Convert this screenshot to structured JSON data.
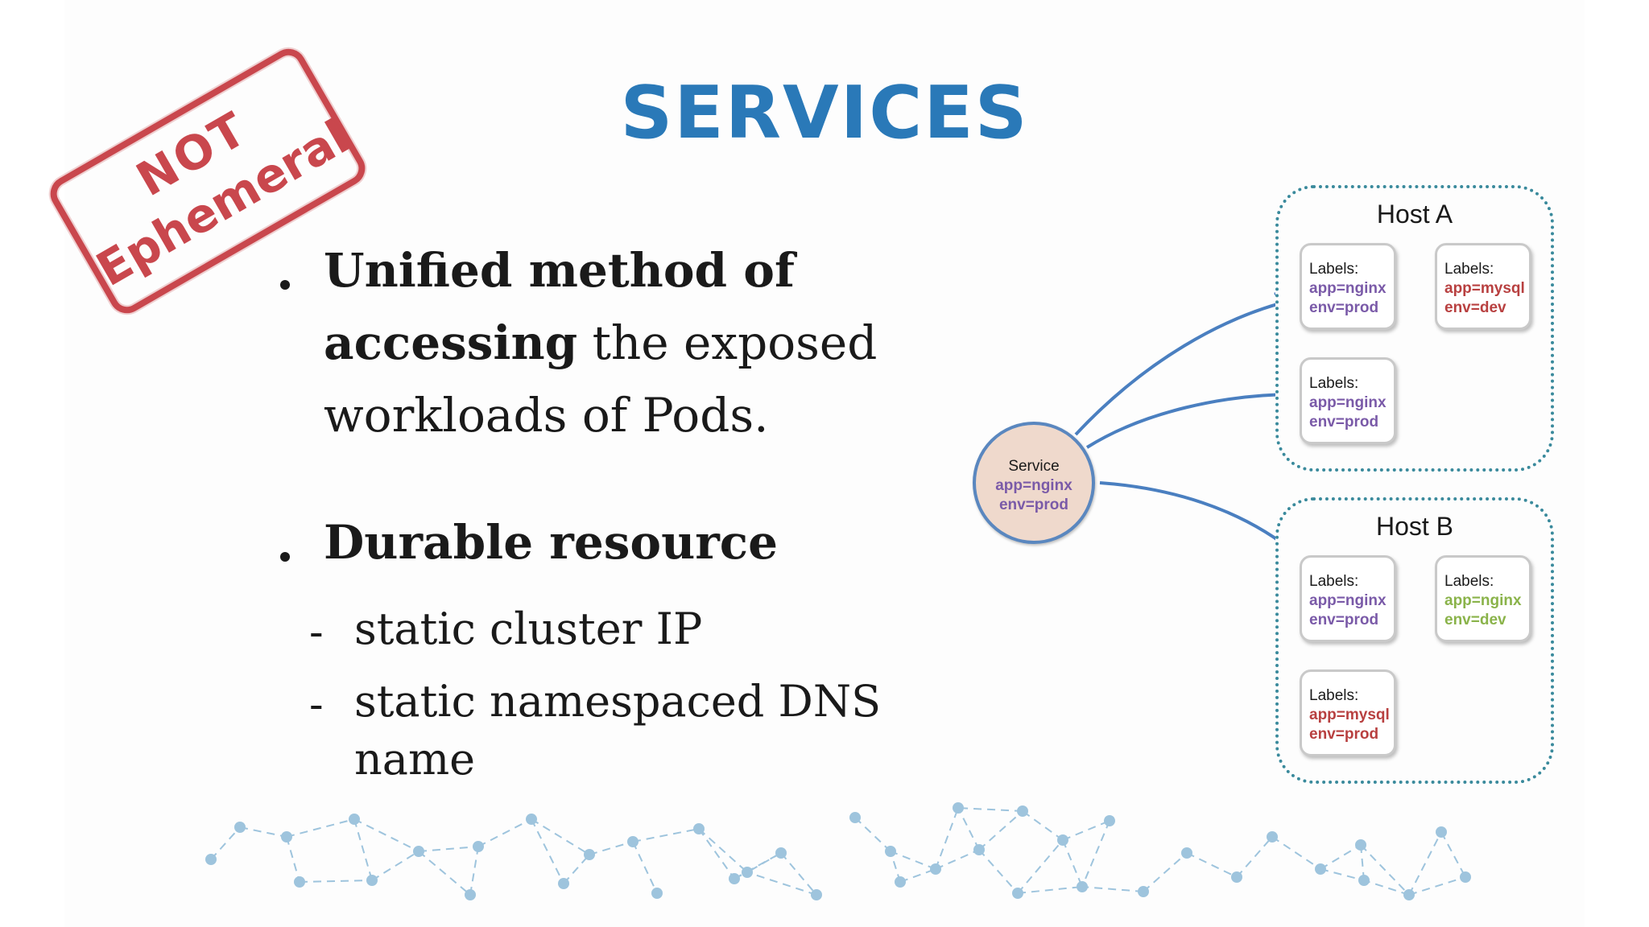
{
  "title": "SERVICES",
  "stamp": {
    "line1": "NOT",
    "line2": "Ephemeral",
    "color": "#c9474d"
  },
  "bullets": {
    "b1_bold_1": "Unified method of",
    "b1_bold_2": "accessing",
    "b1_rest_2": " the exposed",
    "b1_line_3": "workloads of Pods.",
    "b2_bold": "Durable resource",
    "sub1": "static cluster IP",
    "sub2_line1": "static namespaced DNS",
    "sub2_line2": "name",
    "dash": "-"
  },
  "diagram": {
    "service": {
      "title": "Service",
      "app": "app=nginx",
      "env": "env=prod"
    },
    "hosts": [
      {
        "name": "Host A",
        "pods": [
          {
            "label": "Labels:",
            "app": "app=nginx",
            "env": "env=prod",
            "color": "#7a5aa8"
          },
          {
            "label": "Labels:",
            "app": "app=mysql",
            "env": "env=dev",
            "color": "#b84040"
          },
          {
            "label": "Labels:",
            "app": "app=nginx",
            "env": "env=prod",
            "color": "#7a5aa8"
          }
        ]
      },
      {
        "name": "Host B",
        "pods": [
          {
            "label": "Labels:",
            "app": "app=nginx",
            "env": "env=prod",
            "color": "#7a5aa8"
          },
          {
            "label": "Labels:",
            "app": "app=nginx",
            "env": "env=dev",
            "color": "#8ab34a"
          },
          {
            "label": "Labels:",
            "app": "app=mysql",
            "env": "env=prod",
            "color": "#b84040"
          }
        ]
      }
    ],
    "colors": {
      "host_border": "#3a8a9c",
      "arrow": "#4a7fc0",
      "title": "#2a79b8"
    }
  }
}
